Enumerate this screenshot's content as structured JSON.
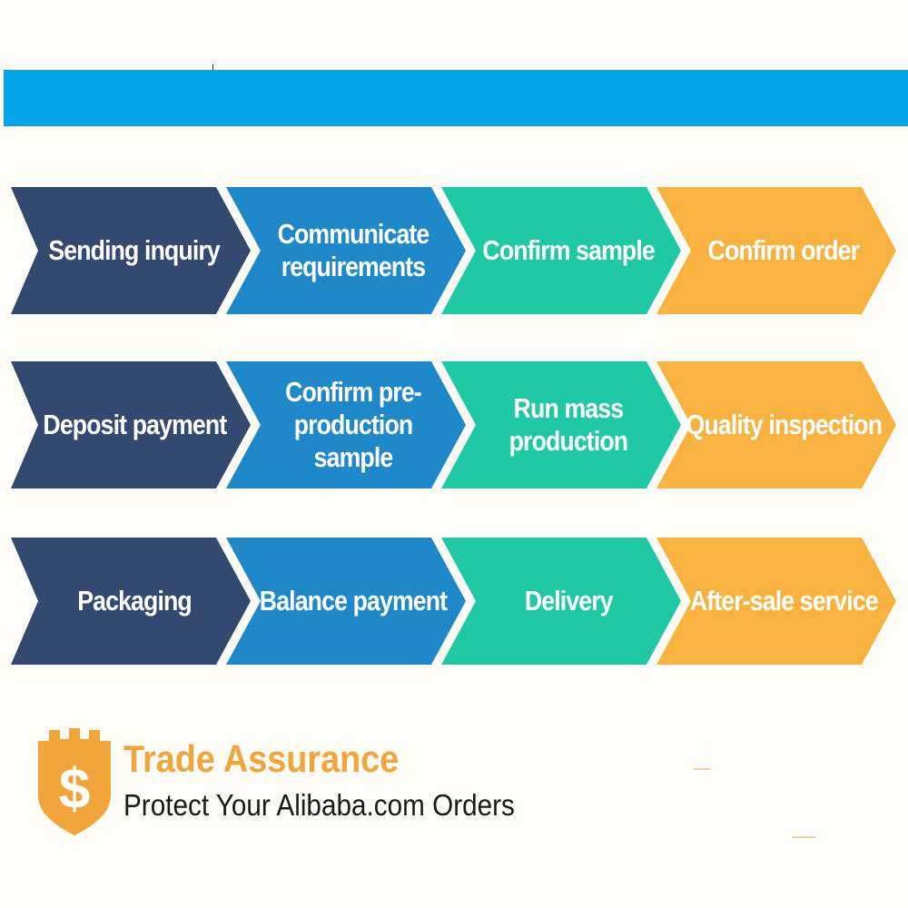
{
  "colors": {
    "banner": "#03a3e9",
    "navy": "#33496f",
    "blue": "#1e88c9",
    "teal": "#1ec9a4",
    "orange": "#f7b23f",
    "brand": "#f2a53b"
  },
  "process": {
    "rows": [
      {
        "steps": [
          {
            "label": "Sending inquiry"
          },
          {
            "label": "Communicate\nrequirements"
          },
          {
            "label": "Confirm sample"
          },
          {
            "label": "Confirm order"
          }
        ]
      },
      {
        "steps": [
          {
            "label": "Deposit payment"
          },
          {
            "label": "Confirm pre-\nproduction sample"
          },
          {
            "label": "Run mass\nproduction"
          },
          {
            "label": "Quality inspection"
          }
        ]
      },
      {
        "steps": [
          {
            "label": "Packaging"
          },
          {
            "label": "Balance payment"
          },
          {
            "label": "Delivery"
          },
          {
            "label": "After-sale service"
          }
        ]
      }
    ]
  },
  "trade_assurance": {
    "title": "Trade Assurance",
    "subtitle": "Protect Your Alibaba.com Orders",
    "icon": "shield-dollar-icon"
  }
}
